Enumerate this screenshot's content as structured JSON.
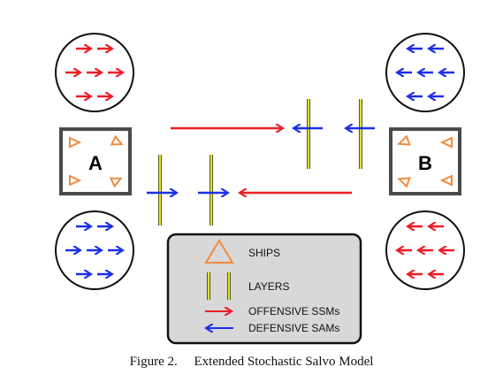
{
  "diagram": {
    "side_a": {
      "label": "A"
    },
    "side_b": {
      "label": "B"
    }
  },
  "legend": {
    "ships": "SHIPS",
    "layers": "LAYERS",
    "offensive": "OFFENSIVE SSMs",
    "defensive": "DEFENSIVE SAMs"
  },
  "caption": {
    "number": "Figure 2.",
    "title": "Extended Stochastic Salvo Model"
  },
  "colors": {
    "offensive": "#ee1c25",
    "defensive": "#1c2fe8",
    "ship": "#f08a3c",
    "layer": "#d9d93a",
    "legend_bg": "#d8d8d8",
    "box_border": "#2b2b2b"
  }
}
